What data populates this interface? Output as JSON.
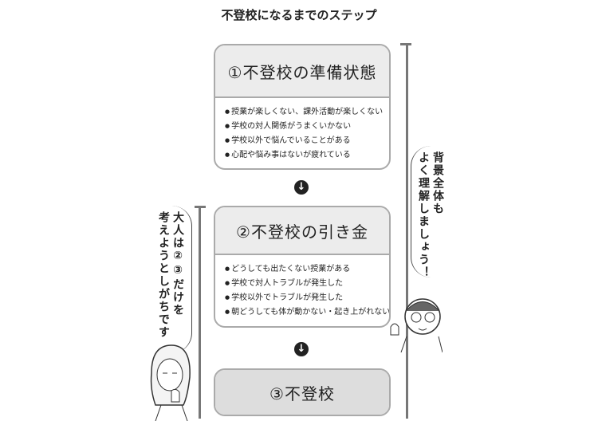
{
  "title": "不登校になるまでのステップ",
  "steps": [
    {
      "heading": "①不登校の準備状態",
      "items": [
        "授業が楽しくない、課外活動が楽しくない",
        "学校の対人関係がうまくいかない",
        "学校以外で悩んでいることがある",
        "心配や悩み事はないが疲れている"
      ]
    },
    {
      "heading": "②不登校の引き金",
      "items": [
        "どうしても出たくない授業がある",
        "学校で対人トラブルが発生した",
        "学校以外でトラブルが発生した",
        "朝どうしても体が動かない・起き上がれない"
      ]
    },
    {
      "heading": "③不登校"
    }
  ],
  "arrow_glyph": "↓",
  "right_bubble": {
    "lines": [
      "背景全体も",
      "よく理解しましょう！"
    ]
  },
  "left_bubble": {
    "lines": [
      "大人は②③だけを",
      "考えようとしがちです"
    ]
  }
}
